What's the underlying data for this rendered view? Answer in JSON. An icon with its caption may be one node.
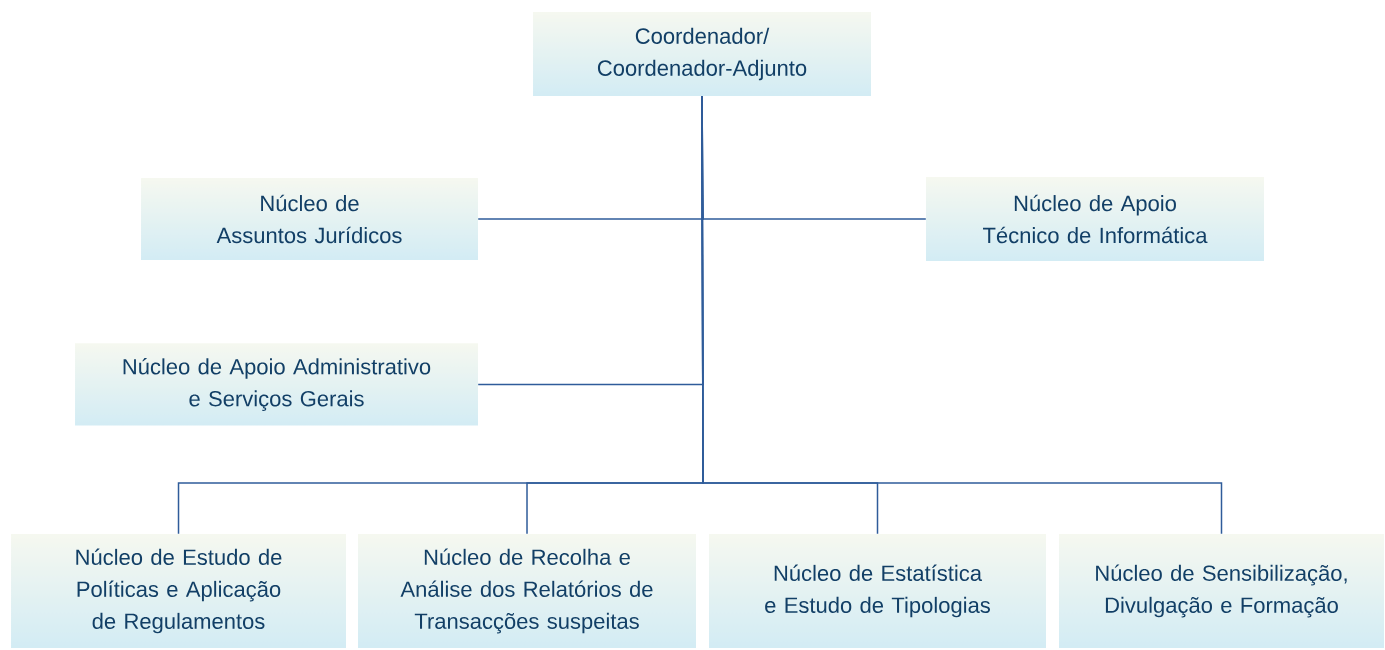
{
  "diagram": {
    "nodes": [
      {
        "text": [
          "Coordenador/ Coordenador-Adjunto"
        ]
      },
      {
        "text": [
          "Núcleo de Assuntos Jurídicos"
        ]
      },
      {
        "text": [
          "Núcleo de Apoio Técnico de Informática"
        ]
      },
      {
        "text": [
          "Núcleo de Apoio Administrativo e Serviços Gerais"
        ]
      },
      {
        "text": [
          "Núcleo de Estudo de Políticas e Aplicação de Regulamentos"
        ]
      },
      {
        "text": [
          "Núcleo de Recolha e Análise dos Relatórios de Transacções suspeitas"
        ]
      },
      {
        "text": [
          "Núcleo de Estatística e Estudo de Tipologias"
        ]
      },
      {
        "text": [
          "Núcleo de Sensibilização, Divulgação e Formação"
        ]
      }
    ],
    "edges": [
      {
        "from": 0,
        "to": 1,
        "arrow": "none"
      },
      {
        "from": 0,
        "to": 2,
        "arrow": "none"
      },
      {
        "from": 0,
        "to": 3,
        "arrow": "none"
      },
      {
        "from": 0,
        "to": 4,
        "arrow": "none"
      },
      {
        "from": 0,
        "to": 5,
        "arrow": "none"
      },
      {
        "from": 0,
        "to": 6,
        "arrow": "none"
      },
      {
        "from": 0,
        "to": 7,
        "arrow": "none"
      }
    ]
  }
}
